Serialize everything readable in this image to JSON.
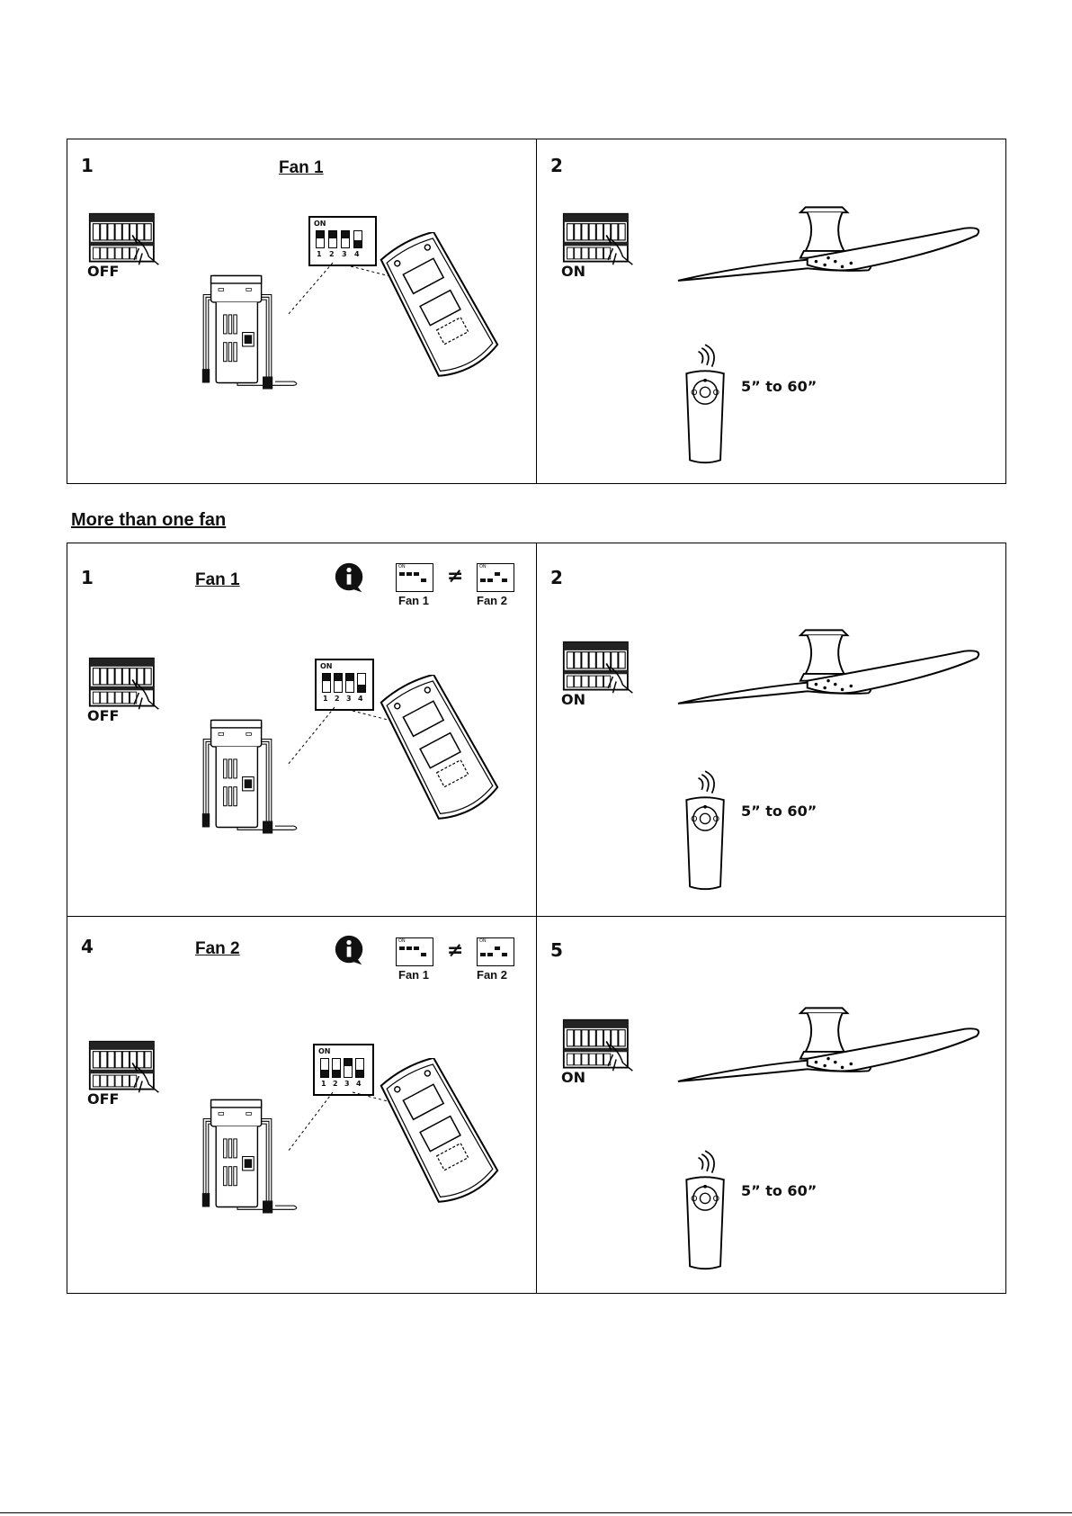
{
  "section_more_than_one_fan": "More than one fan",
  "top_row": {
    "step1": {
      "number": "1",
      "title": "Fan 1",
      "state": "OFF",
      "dip_on": "ON",
      "dip_numbers": [
        "1",
        "2",
        "3",
        "4"
      ]
    },
    "step2": {
      "number": "2",
      "state": "ON",
      "range": "5” to 60”"
    }
  },
  "middle_row": {
    "step1": {
      "number": "1",
      "title": "Fan 1",
      "state": "OFF",
      "dip_on": "ON",
      "dip_numbers": [
        "1",
        "2",
        "3",
        "4"
      ],
      "compare": {
        "left": "Fan 1",
        "right": "Fan 2",
        "symbol": "≠",
        "mini_on": "ON"
      }
    },
    "step2": {
      "number": "2",
      "state": "ON",
      "range": "5” to 60”"
    }
  },
  "bottom_row": {
    "step4": {
      "number": "4",
      "title": "Fan 2",
      "state": "OFF",
      "dip_on": "ON",
      "dip_numbers": [
        "1",
        "2",
        "3",
        "4"
      ],
      "compare": {
        "left": "Fan 1",
        "right": "Fan 2",
        "symbol": "≠",
        "mini_on": "ON"
      }
    },
    "step5": {
      "number": "5",
      "state": "ON",
      "range": "5” to 60”"
    }
  },
  "icons": [
    "breaker-panel-icon",
    "hand-icon",
    "receiver-unit-icon",
    "dip-switch-icon",
    "remote-control-icon",
    "ceiling-fan-icon",
    "info-icon",
    "signal-waves-icon"
  ]
}
